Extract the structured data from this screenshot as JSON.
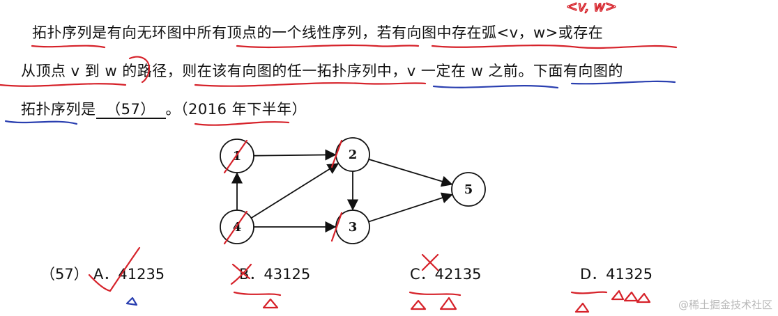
{
  "question": {
    "line1": "拓扑序列是有向无环图中所有顶点的一个线性序列，若有向图中存在弧<v，w>或存在",
    "line2": "从顶点 v 到 w 的路径，则在该有向图的任一拓扑序列中，v 一定在 w 之前。下面有向图的",
    "line3_prefix": "拓扑序列是",
    "blank_label": "（57）",
    "line3_suffix": "。（2016 年下半年）"
  },
  "graph": {
    "nodes": [
      {
        "id": "1",
        "label": "1"
      },
      {
        "id": "2",
        "label": "2"
      },
      {
        "id": "3",
        "label": "3"
      },
      {
        "id": "4",
        "label": "4"
      },
      {
        "id": "5",
        "label": "5"
      }
    ],
    "edges": [
      {
        "from": "1",
        "to": "2"
      },
      {
        "from": "4",
        "to": "1"
      },
      {
        "from": "4",
        "to": "2"
      },
      {
        "from": "4",
        "to": "3"
      },
      {
        "from": "2",
        "to": "3"
      },
      {
        "from": "2",
        "to": "5"
      },
      {
        "from": "3",
        "to": "5"
      }
    ]
  },
  "options": {
    "label": "（57）",
    "a": "A．41235",
    "b": "B．43125",
    "c": "C．42135",
    "d": "D．41325"
  },
  "annotations": {
    "top_note": "<v, w>",
    "ink_red": "#d6222a",
    "ink_blue": "#2a3fb0"
  },
  "watermark": "@稀土掘金技术社区"
}
